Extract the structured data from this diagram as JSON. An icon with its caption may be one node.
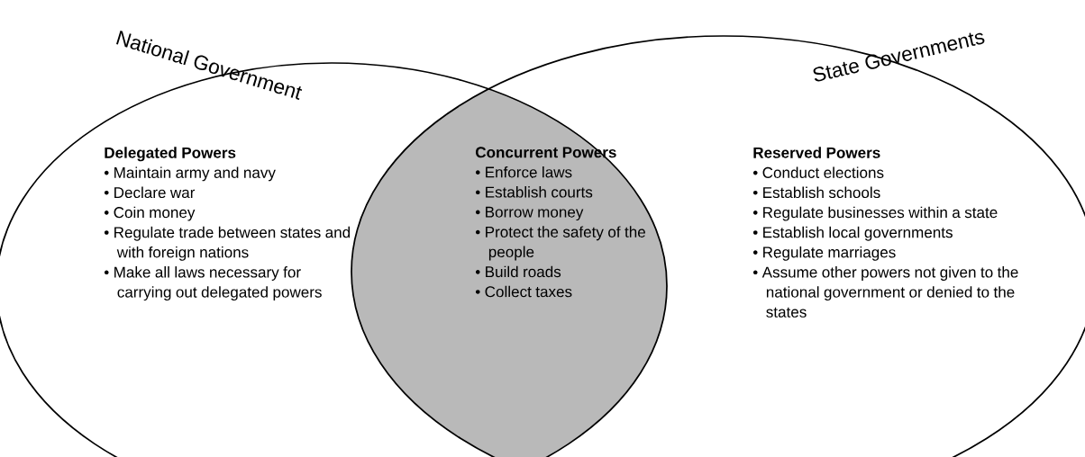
{
  "diagram": {
    "nodes": [
      {
        "text": [
          "National Government",
          "Delegated Powers",
          "• Maintain army and navy",
          "• Declare war",
          "• Coin money",
          "• Regulate trade between states and with foreign nations",
          "• Make all laws necessary for carrying out delegated powers"
        ]
      },
      {
        "text": [
          "Concurrent Powers",
          "• Enforce laws",
          "• Establish courts",
          "• Borrow money",
          "• Protect the safety of the people",
          "• Build roads",
          "• Collect taxes"
        ]
      },
      {
        "text": [
          "State Governments",
          "Reserved Powers",
          "• Conduct elections",
          "• Establish schools",
          "• Regulate businesses within a state",
          "• Establish local governments",
          "• Regulate marriages",
          "• Assume other powers not given to the national government or denied to the states"
        ]
      }
    ],
    "edges": []
  }
}
